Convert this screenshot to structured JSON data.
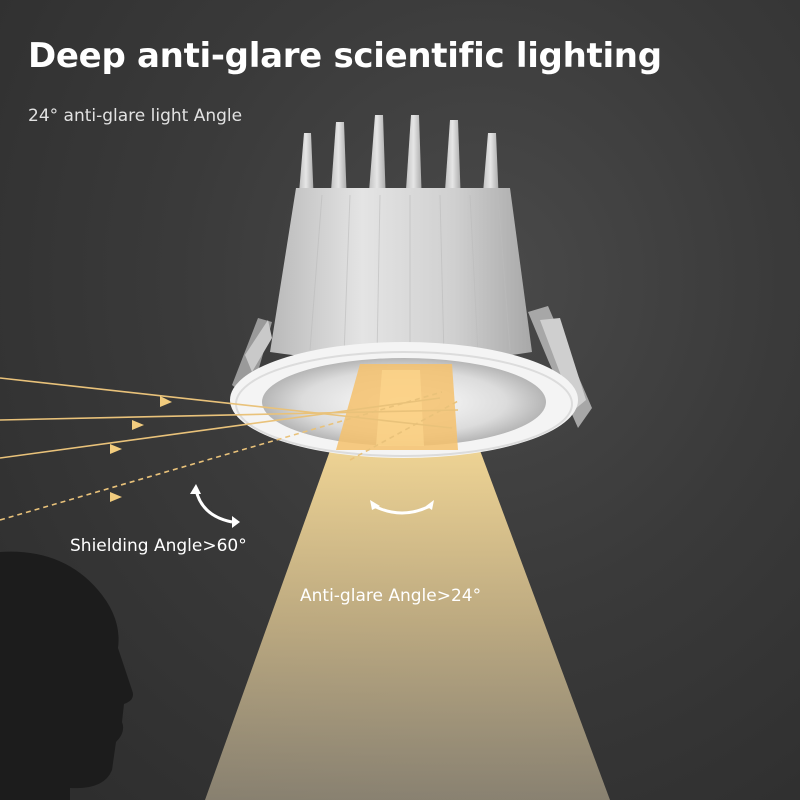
{
  "headline": "Deep anti-glare scientific lighting",
  "subline": "24° anti-glare light Angle",
  "labels": {
    "shielding_angle": "Shielding Angle>60°",
    "antiglare_angle": "Anti-glare Angle>24°"
  },
  "colors": {
    "background": "#333333",
    "beam": "#f6d48a",
    "housing": "#d9d9d9",
    "trim": "#ffffff",
    "ray": "#e9c27a",
    "silhouette": "#1c1c1c"
  },
  "icons": [
    "downlight-illustration",
    "light-beam",
    "glare-ray",
    "curved-arrow-icon",
    "head-silhouette"
  ]
}
